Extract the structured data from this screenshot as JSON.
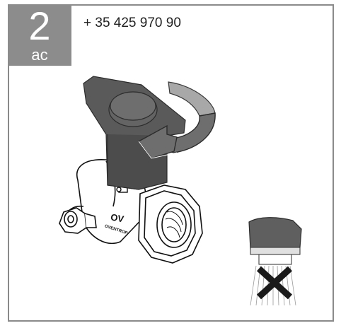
{
  "step": {
    "number": "2",
    "code": "ac"
  },
  "contact": {
    "phone": "+ 35 425 970 90"
  },
  "valve": {
    "marking_line1": "OV",
    "marking_line2": "OVENTROP"
  },
  "icons": [
    "rotate-arrow-icon",
    "cross-icon"
  ],
  "colors": {
    "badge": "#8c8c8c",
    "handle": "#5a5a5a",
    "arrow": "#6e6e6e",
    "arrow_light": "#a8a8a8",
    "cross": "#1a1a1a"
  }
}
